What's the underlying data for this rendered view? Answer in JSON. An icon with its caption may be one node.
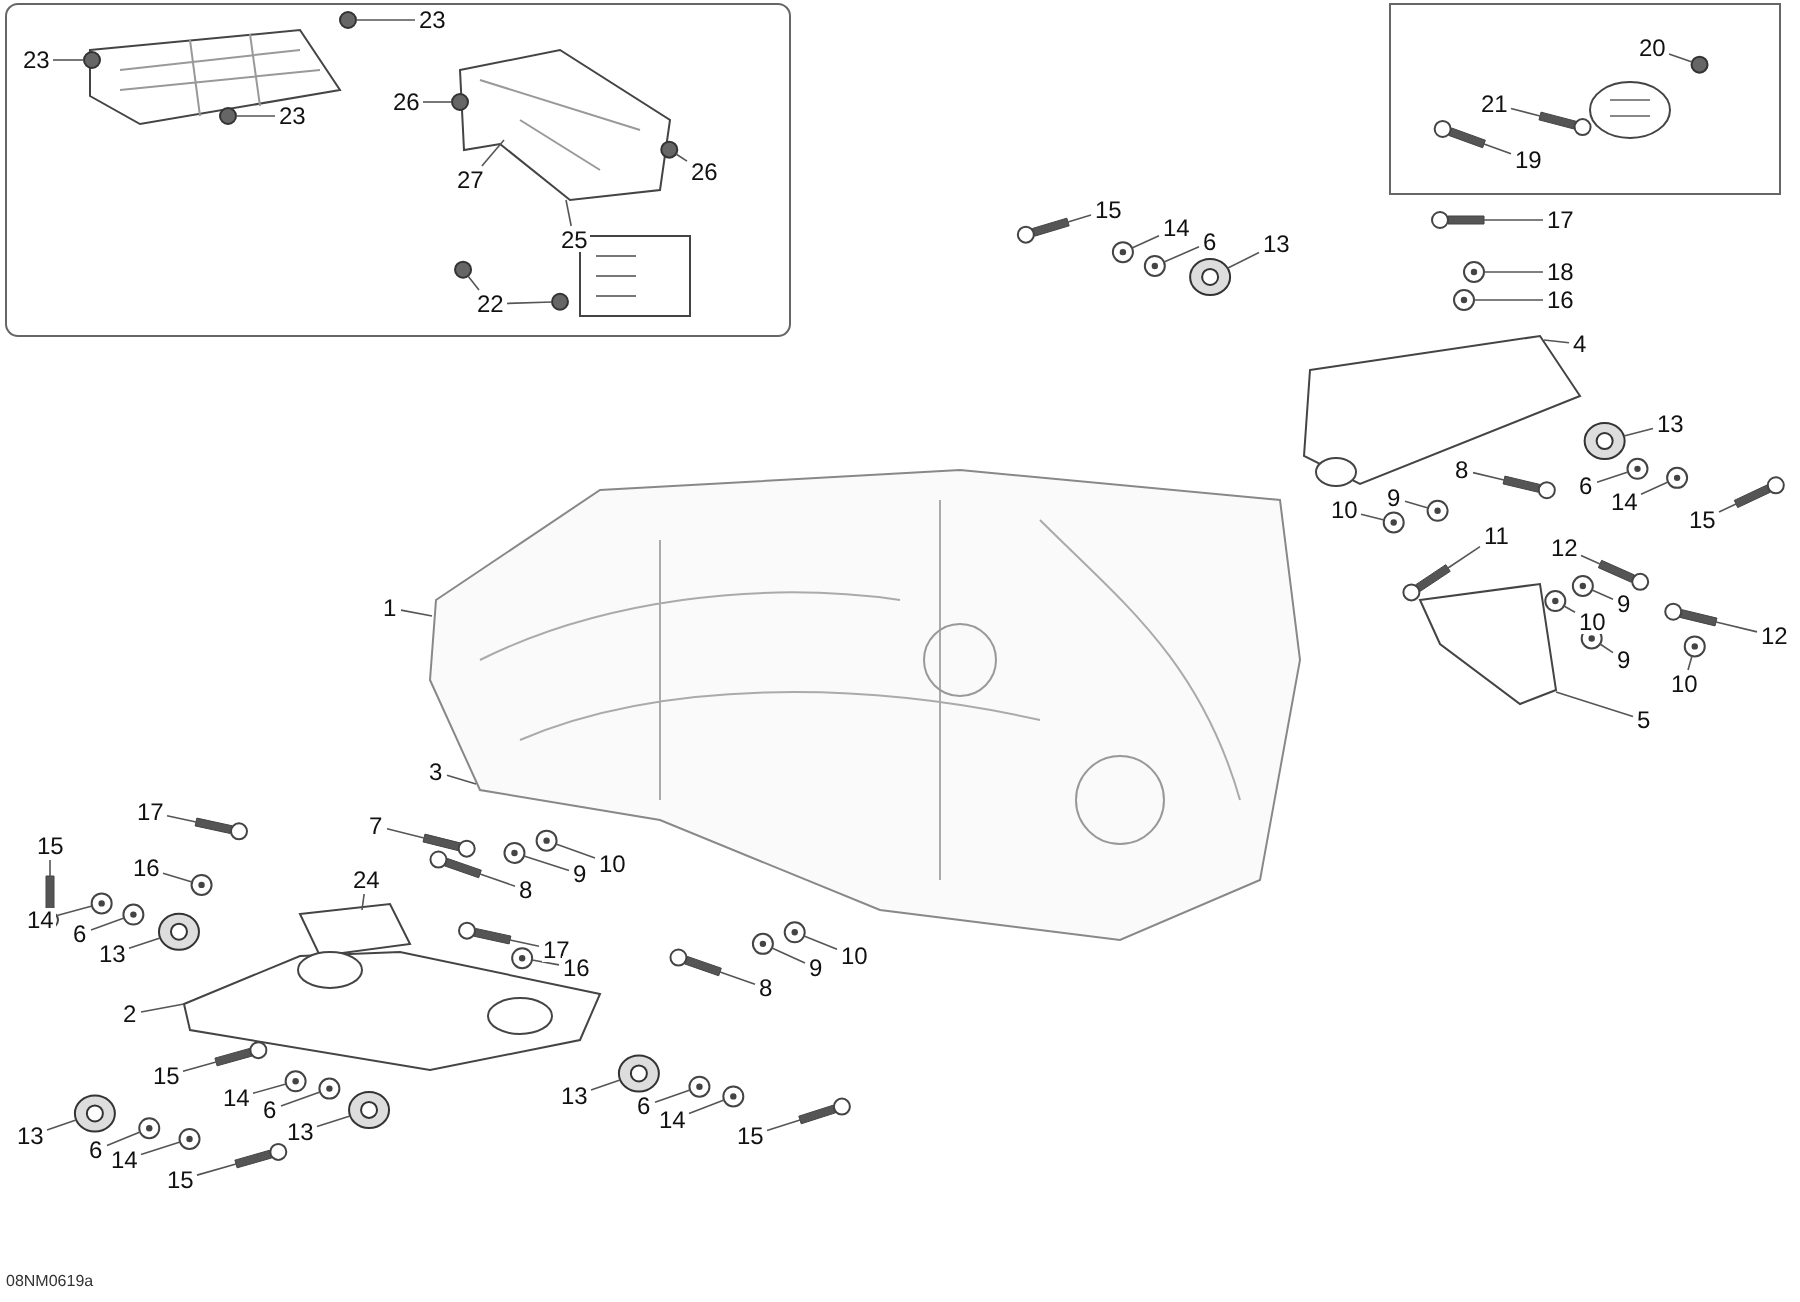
{
  "diagram": {
    "nodes": [
      {
        "text": [
          "23"
        ]
      },
      {
        "text": [
          "23"
        ]
      },
      {
        "text": [
          "23"
        ]
      },
      {
        "text": [
          "26"
        ]
      },
      {
        "text": [
          "27"
        ]
      },
      {
        "text": [
          "26"
        ]
      },
      {
        "text": [
          "25"
        ]
      },
      {
        "text": [
          "22"
        ]
      },
      {
        "text": [
          "20"
        ]
      },
      {
        "text": [
          "21"
        ]
      },
      {
        "text": [
          "19"
        ]
      },
      {
        "text": [
          "15"
        ]
      },
      {
        "text": [
          "14"
        ]
      },
      {
        "text": [
          "6"
        ]
      },
      {
        "text": [
          "13"
        ]
      },
      {
        "text": [
          "17"
        ]
      },
      {
        "text": [
          "18"
        ]
      },
      {
        "text": [
          "16"
        ]
      },
      {
        "text": [
          "4"
        ]
      },
      {
        "text": [
          "13"
        ]
      },
      {
        "text": [
          "6"
        ]
      },
      {
        "text": [
          "14"
        ]
      },
      {
        "text": [
          "15"
        ]
      },
      {
        "text": [
          "8"
        ]
      },
      {
        "text": [
          "9"
        ]
      },
      {
        "text": [
          "10"
        ]
      },
      {
        "text": [
          "11"
        ]
      },
      {
        "text": [
          "12"
        ]
      },
      {
        "text": [
          "9"
        ]
      },
      {
        "text": [
          "10"
        ]
      },
      {
        "text": [
          "12"
        ]
      },
      {
        "text": [
          "9"
        ]
      },
      {
        "text": [
          "10"
        ]
      },
      {
        "text": [
          "5"
        ]
      },
      {
        "text": [
          "1"
        ]
      },
      {
        "text": [
          "3"
        ]
      },
      {
        "text": [
          "7"
        ]
      },
      {
        "text": [
          "10"
        ]
      },
      {
        "text": [
          "9"
        ]
      },
      {
        "text": [
          "8"
        ]
      },
      {
        "text": [
          "17"
        ]
      },
      {
        "text": [
          "10"
        ]
      },
      {
        "text": [
          "9"
        ]
      },
      {
        "text": [
          "8"
        ]
      },
      {
        "text": [
          "17"
        ]
      },
      {
        "text": [
          "15"
        ]
      },
      {
        "text": [
          "16"
        ]
      },
      {
        "text": [
          "24"
        ]
      },
      {
        "text": [
          "14"
        ]
      },
      {
        "text": [
          "6"
        ]
      },
      {
        "text": [
          "13"
        ]
      },
      {
        "text": [
          "16"
        ]
      },
      {
        "text": [
          "2"
        ]
      },
      {
        "text": [
          "15"
        ]
      },
      {
        "text": [
          "14"
        ]
      },
      {
        "text": [
          "13"
        ]
      },
      {
        "text": [
          "6"
        ]
      },
      {
        "text": [
          "13"
        ]
      },
      {
        "text": [
          "6"
        ]
      },
      {
        "text": [
          "14"
        ]
      },
      {
        "text": [
          "13"
        ]
      },
      {
        "text": [
          "6"
        ]
      },
      {
        "text": [
          "14"
        ]
      },
      {
        "text": [
          "15"
        ]
      },
      {
        "text": [
          "15"
        ]
      },
      {
        "text": [],
        "shape": "circle"
      },
      {
        "text": [],
        "shape": "circle"
      },
      {
        "text": [],
        "shape": "circle"
      },
      {
        "text": [],
        "shape": "circle"
      },
      {
        "text": [],
        "shape": "picture"
      },
      {
        "text": [],
        "shape": "circle"
      },
      {
        "text": [],
        "shape": "circle"
      },
      {
        "text": [],
        "shape": "circle"
      },
      {
        "text": [],
        "shape": "circle"
      },
      {
        "text": [],
        "shape": "bar"
      },
      {
        "text": [],
        "shape": "bar"
      },
      {
        "text": [],
        "shape": "bar"
      },
      {
        "text": [],
        "shape": "circle"
      },
      {
        "text": [],
        "shape": "circle"
      },
      {
        "text": [],
        "shape": "cylinder"
      },
      {
        "text": [],
        "shape": "bar"
      },
      {
        "text": [],
        "shape": "circle"
      },
      {
        "text": [],
        "shape": "circle"
      },
      {
        "text": [],
        "shape": "picture"
      },
      {
        "text": [],
        "shape": "cylinder"
      },
      {
        "text": [],
        "shape": "circle"
      },
      {
        "text": [],
        "shape": "circle"
      },
      {
        "text": [],
        "shape": "bar"
      },
      {
        "text": [],
        "shape": "bar"
      },
      {
        "text": [],
        "shape": "circle"
      },
      {
        "text": [],
        "shape": "circle"
      },
      {
        "text": [],
        "shape": "bar"
      },
      {
        "text": [],
        "shape": "bar"
      },
      {
        "text": [],
        "shape": "circle"
      },
      {
        "text": [],
        "shape": "circle"
      },
      {
        "text": [],
        "shape": "bar"
      },
      {
        "text": [],
        "shape": "circle"
      },
      {
        "text": [],
        "shape": "circle"
      },
      {
        "text": [],
        "shape": "picture"
      },
      {
        "text": [],
        "shape": "picture"
      },
      {
        "text": [],
        "shape": "bar"
      },
      {
        "text": [],
        "shape": "circle"
      },
      {
        "text": [],
        "shape": "circle"
      },
      {
        "text": [],
        "shape": "bar"
      },
      {
        "text": [],
        "shape": "bar"
      },
      {
        "text": [],
        "shape": "circle"
      },
      {
        "text": [],
        "shape": "circle"
      },
      {
        "text": [],
        "shape": "bar"
      },
      {
        "text": [],
        "shape": "bar"
      },
      {
        "text": [],
        "shape": "bar"
      },
      {
        "text": [],
        "shape": "circle"
      },
      {
        "text": [],
        "shape": "picture"
      },
      {
        "text": [],
        "shape": "circle"
      },
      {
        "text": [],
        "shape": "circle"
      },
      {
        "text": [],
        "shape": "cylinder"
      },
      {
        "text": [],
        "shape": "circle"
      },
      {
        "text": [],
        "shape": "picture"
      },
      {
        "text": [],
        "shape": "bar"
      },
      {
        "text": [],
        "shape": "circle"
      },
      {
        "text": [],
        "shape": "cylinder"
      },
      {
        "text": [],
        "shape": "circle"
      },
      {
        "text": [],
        "shape": "cylinder"
      },
      {
        "text": [],
        "shape": "circle"
      },
      {
        "text": [],
        "shape": "circle"
      },
      {
        "text": [],
        "shape": "cylinder"
      },
      {
        "text": [],
        "shape": "circle"
      },
      {
        "text": [],
        "shape": "circle"
      },
      {
        "text": [],
        "shape": "bar"
      },
      {
        "text": [],
        "shape": "bar"
      }
    ],
    "edges": [
      {
        "from": 0,
        "to": 65,
        "arrow": "none"
      },
      {
        "from": 1,
        "to": 66,
        "arrow": "none"
      },
      {
        "from": 2,
        "to": 67,
        "arrow": "none"
      },
      {
        "from": 3,
        "to": 68,
        "arrow": "none"
      },
      {
        "from": 4,
        "to": 69,
        "arrow": "none"
      },
      {
        "from": 5,
        "to": 70,
        "arrow": "none"
      },
      {
        "from": 6,
        "to": 69,
        "arrow": "none"
      },
      {
        "from": 7,
        "to": 71,
        "arrow": "none"
      },
      {
        "from": 7,
        "to": 72,
        "arrow": "none"
      },
      {
        "from": 8,
        "to": 73,
        "arrow": "none"
      },
      {
        "from": 9,
        "to": 74,
        "arrow": "none"
      },
      {
        "from": 10,
        "to": 75,
        "arrow": "none"
      },
      {
        "from": 11,
        "to": 76,
        "arrow": "none"
      },
      {
        "from": 12,
        "to": 77,
        "arrow": "none"
      },
      {
        "from": 13,
        "to": 78,
        "arrow": "none"
      },
      {
        "from": 14,
        "to": 79,
        "arrow": "none"
      },
      {
        "from": 15,
        "to": 80,
        "arrow": "none"
      },
      {
        "from": 16,
        "to": 81,
        "arrow": "none"
      },
      {
        "from": 17,
        "to": 82,
        "arrow": "none"
      },
      {
        "from": 18,
        "to": 83,
        "arrow": "none"
      },
      {
        "from": 19,
        "to": 84,
        "arrow": "none"
      },
      {
        "from": 20,
        "to": 85,
        "arrow": "none"
      },
      {
        "from": 21,
        "to": 86,
        "arrow": "none"
      },
      {
        "from": 22,
        "to": 87,
        "arrow": "none"
      },
      {
        "from": 23,
        "to": 88,
        "arrow": "none"
      },
      {
        "from": 24,
        "to": 89,
        "arrow": "none"
      },
      {
        "from": 25,
        "to": 90,
        "arrow": "none"
      },
      {
        "from": 26,
        "to": 91,
        "arrow": "none"
      },
      {
        "from": 27,
        "to": 92,
        "arrow": "none"
      },
      {
        "from": 28,
        "to": 93,
        "arrow": "none"
      },
      {
        "from": 29,
        "to": 94,
        "arrow": "none"
      },
      {
        "from": 30,
        "to": 95,
        "arrow": "none"
      },
      {
        "from": 31,
        "to": 96,
        "arrow": "none"
      },
      {
        "from": 32,
        "to": 97,
        "arrow": "none"
      },
      {
        "from": 33,
        "to": 98,
        "arrow": "none"
      },
      {
        "from": 34,
        "to": 99,
        "arrow": "none"
      },
      {
        "from": 35,
        "to": 99,
        "arrow": "none"
      },
      {
        "from": 36,
        "to": 100,
        "arrow": "none"
      },
      {
        "from": 37,
        "to": 101,
        "arrow": "none"
      },
      {
        "from": 38,
        "to": 102,
        "arrow": "none"
      },
      {
        "from": 39,
        "to": 103,
        "arrow": "none"
      },
      {
        "from": 40,
        "to": 104,
        "arrow": "none"
      },
      {
        "from": 41,
        "to": 105,
        "arrow": "none"
      },
      {
        "from": 42,
        "to": 106,
        "arrow": "none"
      },
      {
        "from": 43,
        "to": 107,
        "arrow": "none"
      },
      {
        "from": 44,
        "to": 108,
        "arrow": "none"
      },
      {
        "from": 45,
        "to": 109,
        "arrow": "none"
      },
      {
        "from": 46,
        "to": 110,
        "arrow": "none"
      },
      {
        "from": 47,
        "to": 111,
        "arrow": "none"
      },
      {
        "from": 48,
        "to": 112,
        "arrow": "none"
      },
      {
        "from": 49,
        "to": 113,
        "arrow": "none"
      },
      {
        "from": 50,
        "to": 114,
        "arrow": "none"
      },
      {
        "from": 51,
        "to": 115,
        "arrow": "none"
      },
      {
        "from": 52,
        "to": 116,
        "arrow": "none"
      },
      {
        "from": 53,
        "to": 117,
        "arrow": "none"
      },
      {
        "from": 54,
        "to": 118,
        "arrow": "none"
      },
      {
        "from": 55,
        "to": 119,
        "arrow": "none"
      },
      {
        "from": 56,
        "to": 120,
        "arrow": "none"
      },
      {
        "from": 57,
        "to": 121,
        "arrow": "none"
      },
      {
        "from": 58,
        "to": 122,
        "arrow": "none"
      },
      {
        "from": 59,
        "to": 123,
        "arrow": "none"
      },
      {
        "from": 60,
        "to": 124,
        "arrow": "none"
      },
      {
        "from": 61,
        "to": 125,
        "arrow": "none"
      },
      {
        "from": 62,
        "to": 126,
        "arrow": "none"
      },
      {
        "from": 63,
        "to": 127,
        "arrow": "none"
      },
      {
        "from": 64,
        "to": 128,
        "arrow": "none"
      }
    ],
    "labels": [
      "08NM0619a"
    ]
  }
}
